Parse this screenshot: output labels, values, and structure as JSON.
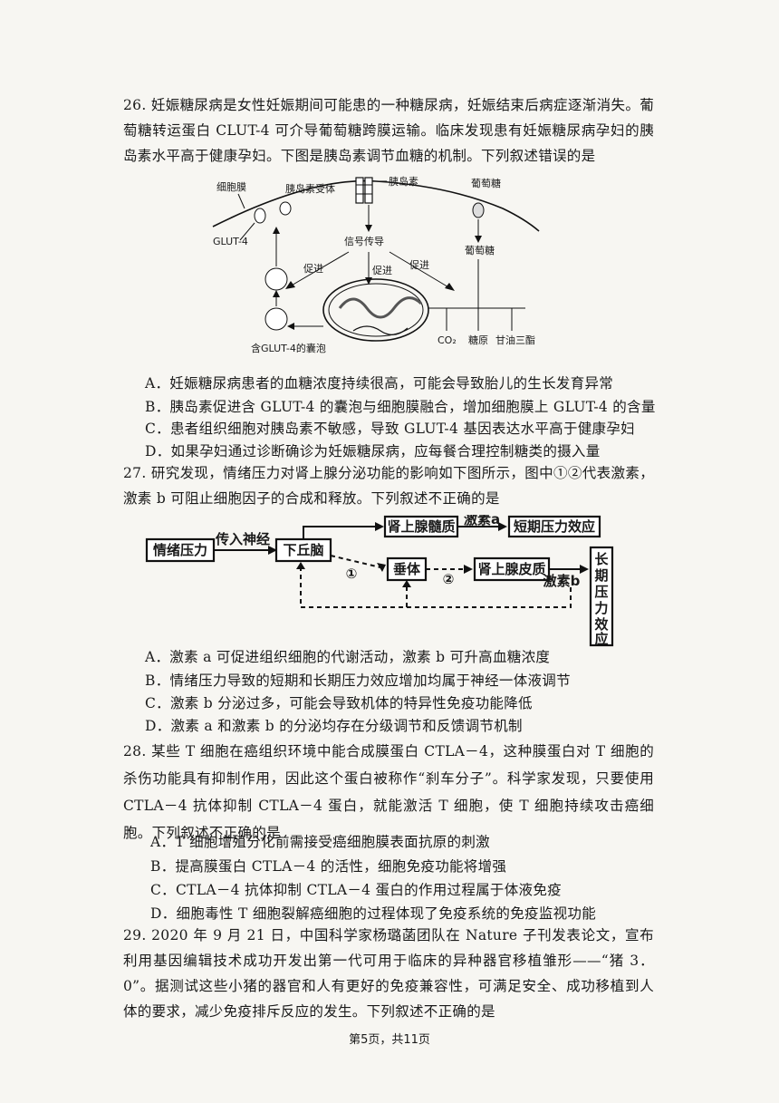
{
  "q26": {
    "stem": "26. 妊娠糖尿病是女性妊娠期间可能患的一种糖尿病，妊娠结束后病症逐渐消失。葡萄糖转运蛋白 CLUT-4 可介导葡萄糖跨膜运输。临床发现患有妊娠糖尿病孕妇的胰岛素水平高于健康孕妇。下图是胰岛素调节血糖的机制。下列叙述错误的是",
    "diagram": {
      "cell_membrane": "细胞膜",
      "insulin_receptor": "胰岛素受体",
      "insulin": "胰岛素",
      "glucose_top": "葡萄糖",
      "glucose_in": "葡萄糖",
      "glut4": "GLUT-4",
      "signal": "信号传导",
      "promote_left": "促进",
      "promote_mid": "促进",
      "promote_right": "促进",
      "vesicle": "含GLUT-4的囊泡",
      "co2": "CO₂",
      "glycogen": "糖原",
      "fat": "甘油三酯"
    },
    "options": [
      "A．妊娠糖尿病患者的血糖浓度持续很高，可能会导致胎儿的生长发育异常",
      "B．胰岛素促进含 GLUT-4 的囊泡与细胞膜融合，增加细胞膜上 GLUT-4 的含量",
      "C．患者组织细胞对胰岛素不敏感，导致 GLUT-4 基因表达水平高于健康孕妇",
      "D．如果孕妇通过诊断确诊为妊娠糖尿病，应每餐合理控制糖类的摄入量"
    ]
  },
  "q27": {
    "stem": "27. 研究发现，情绪压力对肾上腺分泌功能的影响如下图所示，图中①②代表激素，激素 b 可阻止细胞因子的合成和释放。下列叙述不正确的是",
    "diagram": {
      "stress": "情绪压力",
      "afferent": "传入神经",
      "hypothalamus": "下丘脑",
      "medulla": "肾上腺髓质",
      "hormone_a": "激素a",
      "short_term": "短期压力效应",
      "pituitary": "垂体",
      "cortex": "肾上腺皮质",
      "hormone_b": "激素b",
      "mark1": "①",
      "mark2": "②",
      "long_term": [
        "长",
        "期",
        "压",
        "力",
        "效",
        "应"
      ]
    },
    "options": [
      "A．激素 a 可促进组织细胞的代谢活动，激素 b 可升高血糖浓度",
      "B．情绪压力导致的短期和长期压力效应增加均属于神经一体液调节",
      "C．激素 b 分泌过多，可能会导致机体的特异性免疫功能降低",
      "D．激素 a 和激素 b 的分泌均存在分级调节和反馈调节机制"
    ]
  },
  "q28": {
    "stem": "28. 某些 T 细胞在癌组织环境中能合成膜蛋白 CTLA－4，这种膜蛋白对 T 细胞的杀伤功能具有抑制作用，因此这个蛋白被称作“刹车分子”。科学家发现，只要使用 CTLA－4 抗体抑制 CTLA－4 蛋白，就能激活 T 细胞，使 T 细胞持续攻击癌细胞。下列叙述不正确的是",
    "options": [
      "A．T 细胞增殖分化前需接受癌细胞膜表面抗原的刺激",
      "B．提高膜蛋白 CTLA－4 的活性，细胞免疫功能将增强",
      "C．CTLA－4 抗体抑制 CTLA－4 蛋白的作用过程属于体液免疫",
      "D．细胞毒性 T 细胞裂解癌细胞的过程体现了免疫系统的免疫监视功能"
    ]
  },
  "q29": {
    "stem": "29. 2020 年 9 月 21 日，中国科学家杨璐菡团队在 Nature 子刊发表论文，宣布利用基因编辑技术成功开发出第一代可用于临床的异种器官移植雏形——“猪 3．0”。据测试这些小猪的器官和人有更好的免疫兼容性，可满足安全、成功移植到人体的要求，减少免疫排斥反应的发生。下列叙述不正确的是"
  },
  "footer": "第5页，共11页"
}
